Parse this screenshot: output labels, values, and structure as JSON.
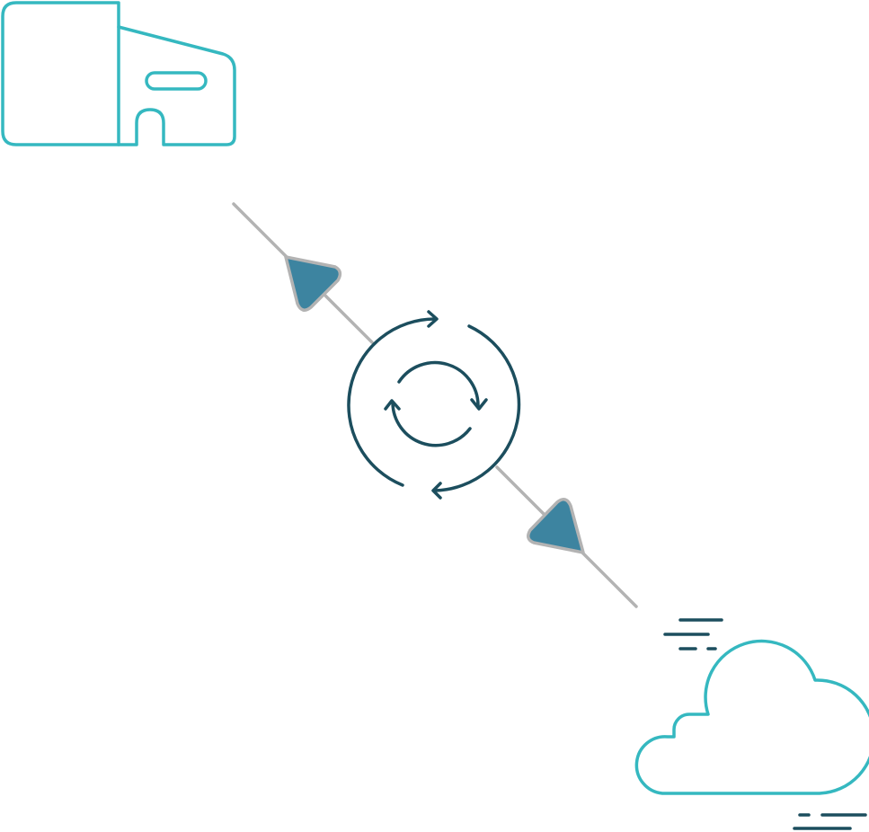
{
  "diagram": {
    "nodes": [
      {
        "id": "building",
        "icon": "office-building-icon"
      },
      {
        "id": "sync",
        "icon": "sync-icon"
      },
      {
        "id": "cloud",
        "icon": "cloud-icon"
      }
    ],
    "connections": [
      {
        "from": "sync",
        "to": "building",
        "arrow": "toward-building"
      },
      {
        "from": "sync",
        "to": "cloud",
        "arrow": "toward-cloud"
      }
    ],
    "colors": {
      "building_outline": "#35b8c0",
      "cloud_outline": "#35b8c0",
      "sync_stroke": "#1c4e5e",
      "wind_lines": "#1c4e5e",
      "connector_line": "#b3b3b3",
      "arrow_fill": "#3d84a0",
      "arrow_outline": "#b3b3b3"
    }
  }
}
